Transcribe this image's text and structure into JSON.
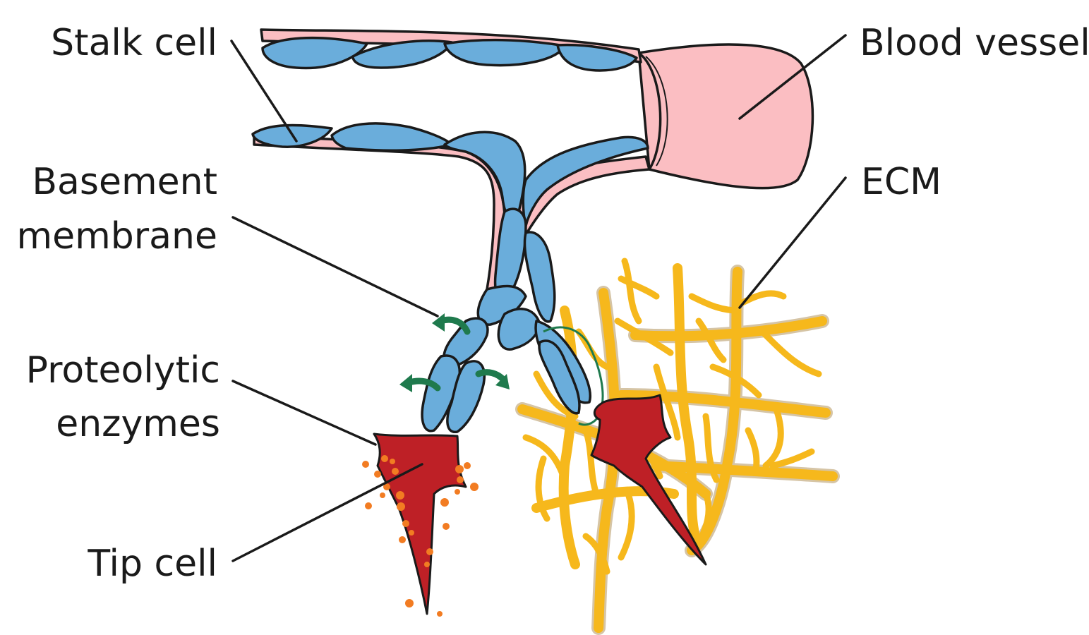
{
  "labels": {
    "stalk_cell": "Stalk cell",
    "basement_membrane_line1": "Basement",
    "basement_membrane_line2": "membrane",
    "proteolytic_line1": "Proteolytic",
    "proteolytic_line2": "enzymes",
    "tip_cell": "Tip cell",
    "blood_vessel": "Blood vessel",
    "ecm": "ECM"
  },
  "colors": {
    "vessel_wall": "#fbbec2",
    "endothelial_cell": "#6aaddb",
    "tip_cell": "#be2026",
    "ecm_fiber": "#f6b81c",
    "enzyme_dot": "#f27c22",
    "enzyme_arrow": "#1f7a4d",
    "outline": "#1a1a1a"
  }
}
